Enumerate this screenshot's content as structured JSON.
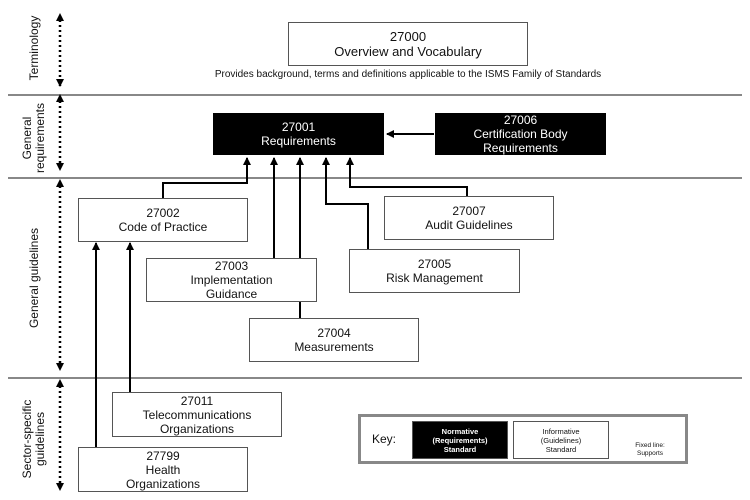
{
  "rows": {
    "terminology": [
      "Terminology"
    ],
    "general_requirements": [
      "General",
      "requirements"
    ],
    "general_guidelines": [
      "General guidelines"
    ],
    "sector_specific": [
      "Sector-specific",
      "guidelines"
    ]
  },
  "boxes": {
    "b27000": {
      "number": "27000",
      "title": [
        "Overview and Vocabulary"
      ]
    },
    "b27001": {
      "number": "27001",
      "title": [
        "Requirements"
      ]
    },
    "b27006": {
      "number": "27006",
      "title": [
        "Certification Body",
        "Requirements"
      ]
    },
    "b27002": {
      "number": "27002",
      "title": [
        "Code of Practice"
      ]
    },
    "b27007": {
      "number": "27007",
      "title": [
        "Audit Guidelines"
      ]
    },
    "b27003": {
      "number": "27003",
      "title": [
        "Implementation",
        "Guidance"
      ]
    },
    "b27005": {
      "number": "27005",
      "title": [
        "Risk Management"
      ]
    },
    "b27004": {
      "number": "27004",
      "title": [
        "Measurements"
      ]
    },
    "b27011": {
      "number": "27011",
      "title": [
        "Telecommunications",
        "Organizations"
      ]
    },
    "b27799": {
      "number": "27799",
      "title": [
        "Health",
        "Organizations"
      ]
    }
  },
  "note_27000": "Provides background, terms and definitions applicable to the ISMS Family of Standards",
  "key": {
    "label": "Key:",
    "normative": [
      "Normative",
      "(Requirements)",
      "Standard"
    ],
    "informative": [
      "Informative",
      "(Guidelines)",
      "Standard"
    ],
    "arrow_note": [
      "Fixed line:",
      "Supports"
    ]
  },
  "colors": {
    "line": "#000000",
    "separator": "#888888",
    "dark_fill": "#000000"
  }
}
